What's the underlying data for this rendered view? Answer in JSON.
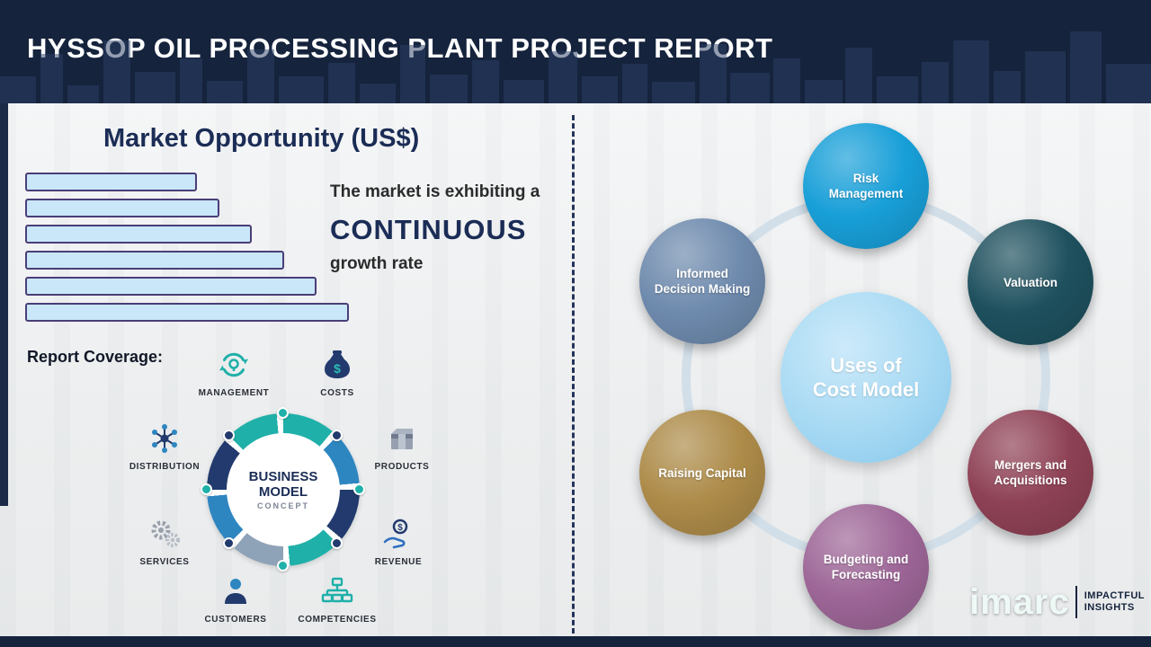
{
  "header": {
    "title": "HYSSOP OIL PROCESSING PLANT PROJECT REPORT"
  },
  "market": {
    "title": "Market Opportunity (US$)",
    "growth_prefix": "The market is exhibiting a",
    "growth_highlight": "CONTINUOUS",
    "growth_suffix": "growth rate",
    "chart_data": {
      "type": "bar",
      "orientation": "horizontal",
      "title": "Market Opportunity (US$)",
      "categories": [
        "",
        "",
        "",
        "",
        "",
        ""
      ],
      "values": [
        53,
        60,
        70,
        80,
        90,
        100
      ],
      "xlabel": "",
      "ylabel": "",
      "note": "Six unlabeled horizontal bars of steadily increasing length (values are relative % of longest bar), illustrating a continuous growth rate.",
      "bar_fill": "#c9e7f8",
      "bar_border": "#4a3e78"
    }
  },
  "report_coverage": {
    "label": "Report Coverage:",
    "center": {
      "line1": "BUSINESS",
      "line2": "MODEL",
      "line3": "CONCEPT"
    },
    "items": [
      {
        "label": "MANAGEMENT",
        "icon": "management-recycle-icon"
      },
      {
        "label": "COSTS",
        "icon": "money-bag-icon"
      },
      {
        "label": "DISTRIBUTION",
        "icon": "network-icon"
      },
      {
        "label": "PRODUCTS",
        "icon": "box-icon"
      },
      {
        "label": "SERVICES",
        "icon": "gears-icon"
      },
      {
        "label": "REVENUE",
        "icon": "hand-coin-icon"
      },
      {
        "label": "CUSTOMERS",
        "icon": "person-icon"
      },
      {
        "label": "COMPETENCIES",
        "icon": "org-chart-icon"
      }
    ]
  },
  "cost_model": {
    "center_label": "Uses of Cost Model",
    "center_color": "#a6d9f3",
    "satellites": [
      {
        "label": "Risk Management",
        "color": "#189fd8"
      },
      {
        "label": "Valuation",
        "color": "#1e505e"
      },
      {
        "label": "Mergers and Acquisitions",
        "color": "#8e4155"
      },
      {
        "label": "Budgeting and Forecasting",
        "color": "#9d6697"
      },
      {
        "label": "Raising Capital",
        "color": "#ad8b49"
      },
      {
        "label": "Informed Decision Making",
        "color": "#6e8aad"
      }
    ]
  },
  "branding": {
    "logo_text": "imarc",
    "logo_color": "#eef9f6",
    "tagline_line1": "IMPACTFUL",
    "tagline_line2": "INSIGHTS"
  }
}
